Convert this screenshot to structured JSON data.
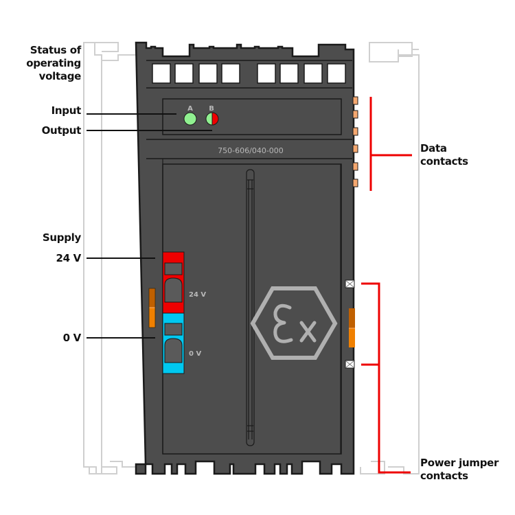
{
  "module": {
    "part_number": "750-606/040-000",
    "ex_mark": "Ex",
    "led_a_label": "A",
    "led_b_label": "B",
    "connector_24v_label": "24 V",
    "connector_0v_label": "0 V"
  },
  "callouts": {
    "status_line1": "Status of",
    "status_line2": "operating",
    "status_line3": "voltage",
    "input": "Input",
    "output": "Output",
    "supply": "Supply",
    "supply_24v": "24 V",
    "supply_0v": "0 V",
    "data_line1": "Data",
    "data_line2": "contacts",
    "power_line1": "Power jumper",
    "power_line2": "contacts"
  },
  "colors": {
    "housing": "#4d4d4d",
    "housing_edge": "#1a1a1a",
    "rail_outline": "#d0d0d0",
    "led_green": "#90f090",
    "led_red": "#ee0000",
    "connector_red": "#ee0000",
    "connector_blue": "#00c8f0",
    "orange_tab": "#f08000",
    "data_contact": "#f5a870",
    "callout_red": "#ee0000",
    "module_text": "#b8b8b8"
  }
}
